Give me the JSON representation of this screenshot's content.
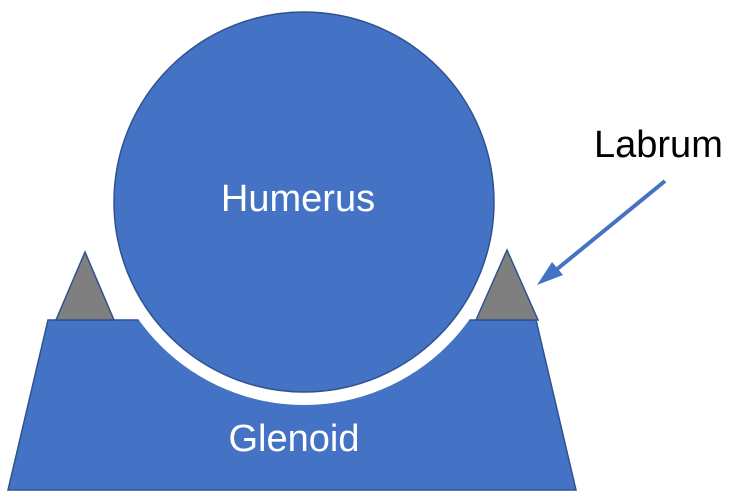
{
  "labels": {
    "humerus": "Humerus",
    "glenoid": "Glenoid",
    "labrum": "Labrum"
  },
  "colors": {
    "bone_fill": "#4472C4",
    "bone_stroke": "#2F528F",
    "labrum_fill": "#7F7F7F",
    "labrum_stroke": "#2F528F",
    "arrow": "#4472C4",
    "joint_space": "#FFFFFF",
    "background": "#FFFFFF"
  }
}
